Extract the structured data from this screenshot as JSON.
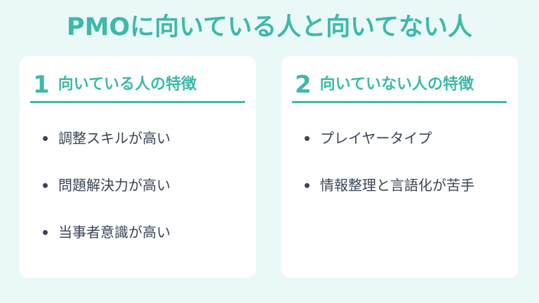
{
  "title": "PMOに向いている人と向いてない人",
  "colors": {
    "background": "#eaf8f8",
    "accent": "#3db9aa",
    "card": "#ffffff",
    "text": "#3a4556"
  },
  "cards": [
    {
      "number": "1",
      "heading": "向いている人の特徴",
      "items": [
        "調整スキルが高い",
        "問題解決力が高い",
        "当事者意識が高い"
      ]
    },
    {
      "number": "2",
      "heading": "向いていない人の特徴",
      "items": [
        "プレイヤータイプ",
        "情報整理と言語化が苦手"
      ]
    }
  ]
}
